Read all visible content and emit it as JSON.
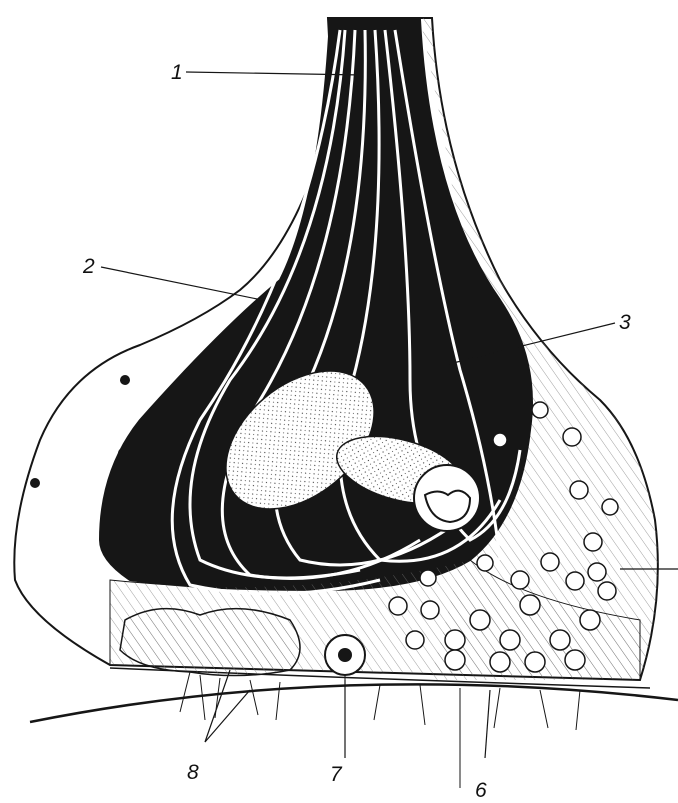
{
  "labels": {
    "l1": "1",
    "l2": "2",
    "l3": "3",
    "l6": "6",
    "l7": "7",
    "l8": "8"
  },
  "colors": {
    "ink": "#161616",
    "paper": "#ffffff",
    "hatch": "#555555"
  }
}
